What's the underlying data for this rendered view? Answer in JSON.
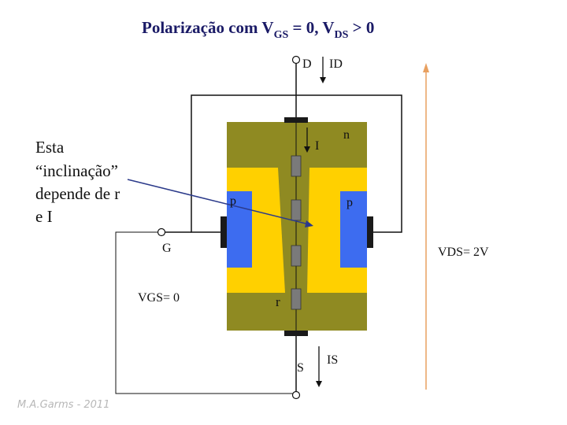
{
  "title": {
    "main": "Polarização com V",
    "sub_gs": "GS",
    "mid": " = 0, V",
    "sub_ds": "DS",
    "end": " > 0"
  },
  "labels": {
    "drain": "D",
    "drain_current": "ID",
    "current_i": "I",
    "n_region": "n",
    "p_left": "p",
    "p_right": "p",
    "gate": "G",
    "vds": "VDS= 2V",
    "vgs": "VGS= 0",
    "resistance": "r",
    "source": "S",
    "source_current": "IS"
  },
  "annotation": {
    "line1": "Esta",
    "line2": "“inclinação”",
    "line3": "depende de r",
    "line4": "e I"
  },
  "credit": "M.A.Garms - 2011",
  "colors": {
    "substrate": "#8f8a22",
    "depletion": "#ffd000",
    "p_region": "#3d6cf0",
    "contact": "#1a1a1a",
    "resistor": "#7a7a7a",
    "vds_arrow": "#e8a060",
    "pointer": "#2b3a8a",
    "title": "#1a1a66"
  }
}
